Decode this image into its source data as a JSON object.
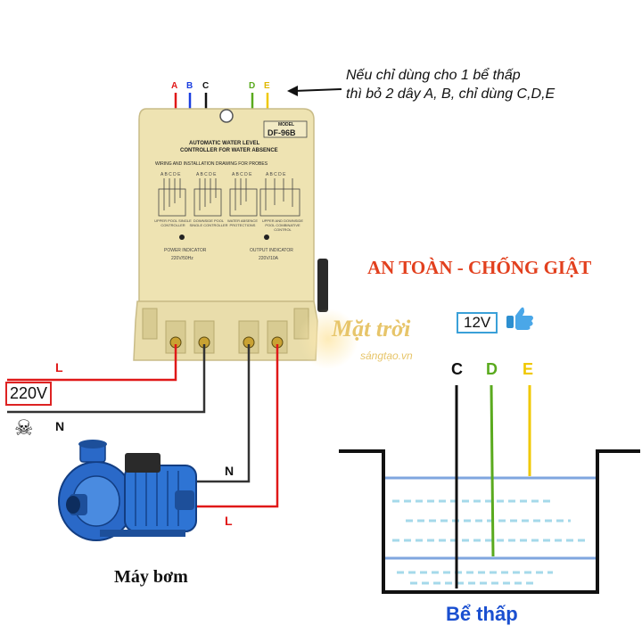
{
  "note": {
    "line1": "Nếu chỉ dùng cho 1 bể thấp",
    "line2": "thì bỏ 2 dây A, B, chỉ dùng C,D,E"
  },
  "device": {
    "top_wires": [
      "A",
      "B",
      "C",
      "D",
      "E"
    ],
    "model_label": "MODEL",
    "model": "DF-96B",
    "title1": "AUTOMATIC WATER LEVEL",
    "title2": "CONTROLLER FOR WATER ABSENCE",
    "wiring_heading": "WIRING AND INSTALLATION DRAWING FOR PROBES",
    "probe_letters": "A B C D E",
    "mode_labels": [
      "UPPER POOL SINGLE CONTROLLER",
      "DOWNSIDE POOL SINGLE CONTROLLER",
      "WATER ABSENCE PROTECTIONS",
      "UPPER AND DOWNSIDE POOL COMBINATIVE CONTROL"
    ],
    "power_indicator": "POWER INDICATOR",
    "power_rating": "220V/50Hz",
    "output_indicator": "OUTPUT INDICATOR",
    "output_rating": "220V/10A"
  },
  "safety_text": "AN TOÀN - CHỐNG GIẬT",
  "supply": {
    "voltage": "220V",
    "line_label": "L",
    "neutral_label": "N",
    "skull_icon": "☠"
  },
  "pump": {
    "neutral_label": "N",
    "line_label": "L",
    "caption": "Máy bơm"
  },
  "probe_voltage": "12V",
  "brand": {
    "name": "Mặt trời",
    "sub": "sángtạo.vn"
  },
  "tank": {
    "probes": [
      "C",
      "D",
      "E"
    ],
    "caption": "Bể thấp"
  },
  "colors": {
    "wire_A": "#e01818",
    "wire_B": "#1a3ee0",
    "wire_C": "#111111",
    "wire_D": "#5aaa1e",
    "wire_E": "#f0c800",
    "device_body": "#eee3b2",
    "water_line": "#7fa6df",
    "safety": "#e2401e",
    "tank_caption": "#1a4fd0"
  }
}
